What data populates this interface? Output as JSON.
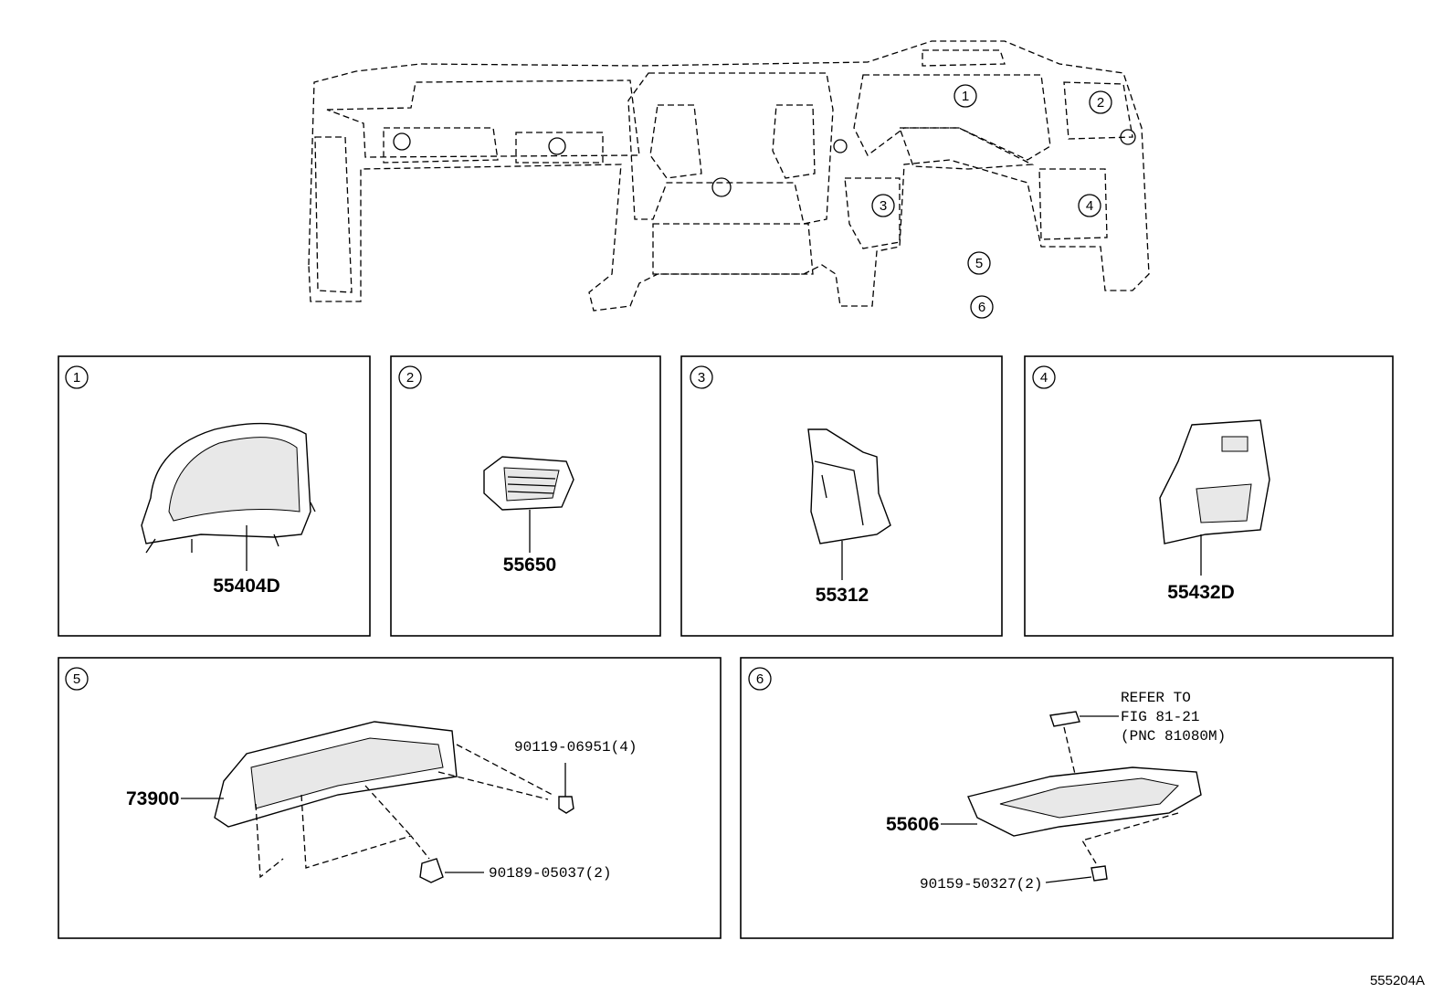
{
  "diagram_id": "555204A",
  "overview": {
    "callouts": [
      "1",
      "2",
      "3",
      "4",
      "5",
      "6"
    ]
  },
  "panels": [
    {
      "index": "1",
      "parts": [
        "55404D"
      ]
    },
    {
      "index": "2",
      "parts": [
        "55650"
      ]
    },
    {
      "index": "3",
      "parts": [
        "55312"
      ]
    },
    {
      "index": "4",
      "parts": [
        "55432D"
      ]
    },
    {
      "index": "5",
      "parts": [
        "73900",
        "90119-06951(4)",
        "90189-05037(2)"
      ]
    },
    {
      "index": "6",
      "parts": [
        "55606",
        "90159-50327(2)"
      ],
      "note": [
        "REFER TO",
        "FIG 81-21",
        "(PNC 81080M)"
      ]
    }
  ]
}
